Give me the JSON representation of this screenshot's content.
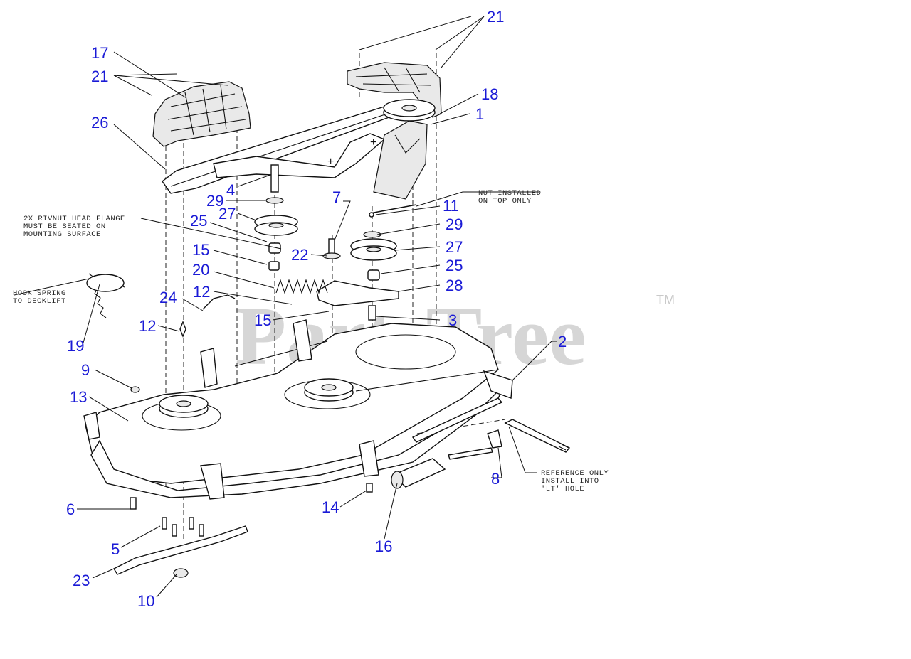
{
  "diagram": {
    "watermark": "PartsTree",
    "trademark": "TM",
    "notes": [
      [
        "NUT INSTALLED",
        "ON TOP ONLY"
      ],
      [
        "2X RIVNUT HEAD FLANGE",
        "MUST BE SEATED ON",
        "MOUNTING SURFACE"
      ],
      [
        "HOOK SPRING",
        "TO DECKLIFT"
      ],
      [
        "REFERENCE ONLY",
        "INSTALL INTO",
        "'LT' HOLE"
      ]
    ],
    "callouts": [
      "21",
      "17",
      "21",
      "26",
      "18",
      "1",
      "4",
      "29",
      "27",
      "25",
      "15",
      "20",
      "12",
      "24",
      "12",
      "19",
      "9",
      "13",
      "6",
      "5",
      "23",
      "10",
      "7",
      "11",
      "22",
      "29",
      "27",
      "25",
      "28",
      "15",
      "3",
      "2",
      "14",
      "16",
      "8"
    ]
  }
}
